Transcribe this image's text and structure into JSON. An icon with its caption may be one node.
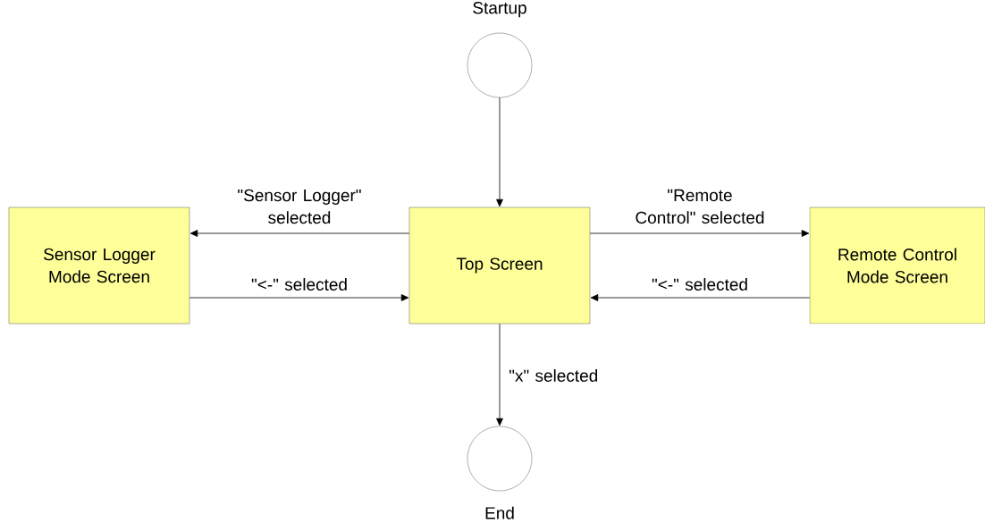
{
  "diagram": {
    "nodes": [
      {
        "text": [
          "Startup"
        ]
      },
      {
        "text": [
          "Top Screen"
        ]
      },
      {
        "text": [
          "Sensor Logger Mode Screen"
        ]
      },
      {
        "text": [
          "Remote Control Mode Screen"
        ]
      },
      {
        "text": [
          "End"
        ]
      }
    ],
    "edges": [
      {
        "from": 0,
        "to": 1,
        "arrow": "to"
      },
      {
        "from": 1,
        "to": 2,
        "arrow": "to",
        "label": "\"Sensor Logger\" selected"
      },
      {
        "from": 2,
        "to": 1,
        "arrow": "to",
        "label": "\"<-\" selected"
      },
      {
        "from": 1,
        "to": 3,
        "arrow": "to",
        "label": "\"Remote Control\" selected"
      },
      {
        "from": 3,
        "to": 1,
        "arrow": "to",
        "label": "\"<-\" selected"
      },
      {
        "from": 1,
        "to": 4,
        "arrow": "to",
        "label": "\"x\" selected"
      }
    ]
  }
}
